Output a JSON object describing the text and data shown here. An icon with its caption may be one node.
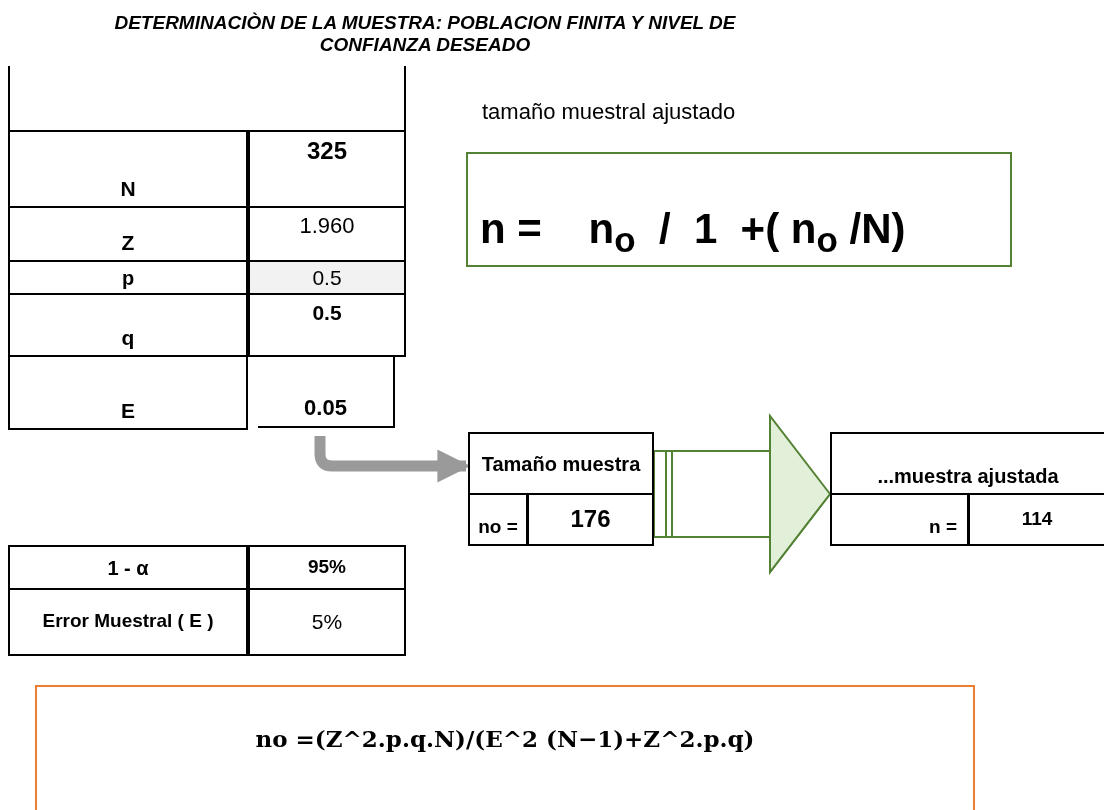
{
  "diagram": {
    "title": "DETERMINACIÒN DE LA MUESTRA: POBLACION FINITA Y NIVEL DE CONFIANZA DESEADO",
    "nodes": [
      {
        "text": [
          "N",
          "325",
          "Z",
          "1.960",
          "p",
          "0.5",
          "q",
          "0.5",
          "E",
          "0.05"
        ]
      },
      {
        "text": [
          "tamaño muestral ajustado",
          "n =    n$_{o}$  /  1  +( n$_{o}$ /N)"
        ]
      },
      {
        "text": [
          "Tamaño muestra",
          "no =",
          "176"
        ]
      },
      {
        "text": [
          "...muestra ajustada",
          "n =",
          "114"
        ]
      },
      {
        "text": [
          "1 - α",
          "95%",
          "Error Muestral ( E )",
          "5%"
        ]
      },
      {
        "text": [
          "no =(Z^2.p.q.N)/(E^2 (N−1)+Z^2.p.q)"
        ]
      }
    ],
    "edges": [
      {
        "from": 0,
        "to": 2,
        "arrow": "to",
        "style": "thick",
        "color": "#9a9a9a"
      },
      {
        "from": 2,
        "to": 3,
        "arrow": "to",
        "color": "#548235"
      }
    ]
  }
}
